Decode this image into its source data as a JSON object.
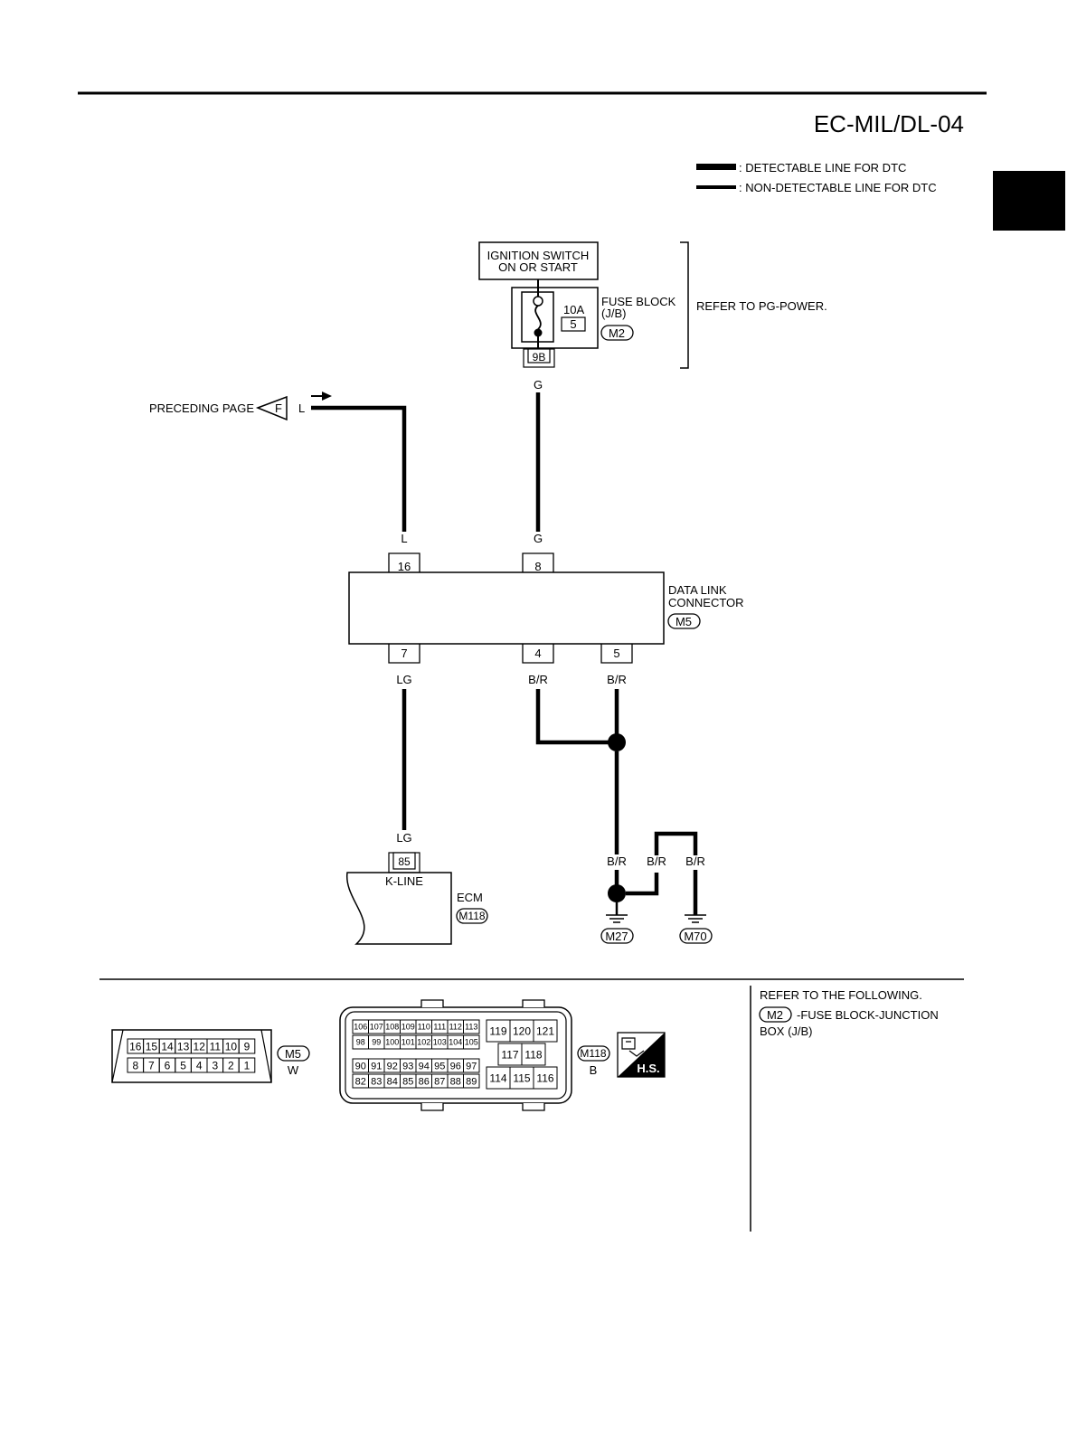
{
  "page": {
    "title": "EC-MIL/DL-04"
  },
  "legend": {
    "detectable": ": DETECTABLE LINE FOR DTC",
    "non_detectable": ": NON-DETECTABLE LINE FOR DTC"
  },
  "ignition_switch": {
    "line1": "IGNITION SWITCH",
    "line2": "ON OR START"
  },
  "fuse_block": {
    "label1": "FUSE BLOCK",
    "label2": "(J/B)",
    "connector": "M2",
    "amp": "10A",
    "number": "5",
    "terminal": "9B",
    "refer": "REFER TO PG-POWER."
  },
  "preceding": {
    "label": "PRECEDING PAGE",
    "flag": "F",
    "wire": "L"
  },
  "dlc": {
    "label1": "DATA LINK",
    "label2": "CONNECTOR",
    "connector": "M5",
    "pins": {
      "p16": "16",
      "p8": "8",
      "p7": "7",
      "p4": "4",
      "p5": "5"
    }
  },
  "wires": {
    "l": "L",
    "g": "G",
    "lg": "LG",
    "br": "B/R"
  },
  "ecm": {
    "label": "ECM",
    "connector": "M118",
    "terminal": "85",
    "kline": "K-LINE"
  },
  "grounds": {
    "g1": "M27",
    "g2": "M70"
  },
  "connector_views": {
    "m5": {
      "id": "M5",
      "color": "W",
      "top_row": [
        "16",
        "15",
        "14",
        "13",
        "12",
        "11",
        "10",
        "9"
      ],
      "bottom_row": [
        "8",
        "7",
        "6",
        "5",
        "4",
        "3",
        "2",
        "1"
      ]
    },
    "m118": {
      "id": "M118",
      "color": "B",
      "row1": [
        "106",
        "107",
        "108",
        "109",
        "110",
        "111",
        "112",
        "113"
      ],
      "row2": [
        "98",
        "99",
        "100",
        "101",
        "102",
        "103",
        "104",
        "105"
      ],
      "row3": [
        "90",
        "91",
        "92",
        "93",
        "94",
        "95",
        "96",
        "97"
      ],
      "row4": [
        "82",
        "83",
        "84",
        "85",
        "86",
        "87",
        "88",
        "89"
      ],
      "right_top": [
        "119",
        "120",
        "121"
      ],
      "right_mid": [
        "117",
        "118"
      ],
      "right_bottom": [
        "114",
        "115",
        "116"
      ]
    },
    "hs_label": "H.S."
  },
  "refer_box": {
    "heading": "REFER TO THE FOLLOWING.",
    "connector": "M2",
    "line1": "-FUSE BLOCK-JUNCTION",
    "line2": "BOX (J/B)"
  }
}
